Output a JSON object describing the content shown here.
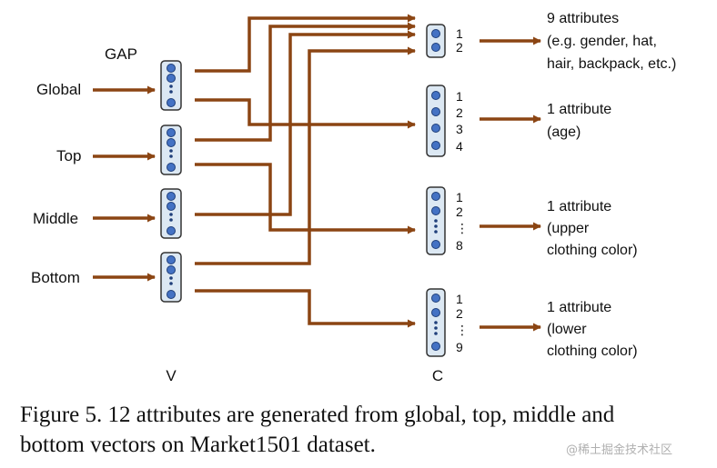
{
  "labels": {
    "gap": "GAP",
    "v_axis": "V",
    "c_axis": "C"
  },
  "inputs": [
    "Global",
    "Top",
    "Middle",
    "Bottom"
  ],
  "outputs": [
    {
      "nums": [
        "1",
        "2"
      ],
      "desc": [
        "9 attributes",
        "(e.g. gender, hat,",
        "hair,  backpack, etc.)"
      ]
    },
    {
      "nums": [
        "1",
        "2",
        "3",
        "4"
      ],
      "desc": [
        "1 attribute",
        "(age)"
      ]
    },
    {
      "nums": [
        "1",
        "2",
        "⋮",
        "8"
      ],
      "desc": [
        "1 attribute",
        "(upper",
        "clothing color)"
      ]
    },
    {
      "nums": [
        "1",
        "2",
        "⋮",
        "9"
      ],
      "desc": [
        "1 attribute",
        "(lower",
        "clothing color)"
      ]
    }
  ],
  "caption": {
    "line1": "Figure 5. 12 attributes are generated from global, top, middle and",
    "line2": "bottom vectors on Market1501 dataset."
  },
  "watermark": "@稀土掘金技术社区",
  "colors": {
    "arrow": "#8B4513",
    "box_fill": "#dce8f3",
    "box_stroke": "#333333",
    "dot_fill": "#4472c4",
    "dot_stroke": "#1f3f7a"
  }
}
